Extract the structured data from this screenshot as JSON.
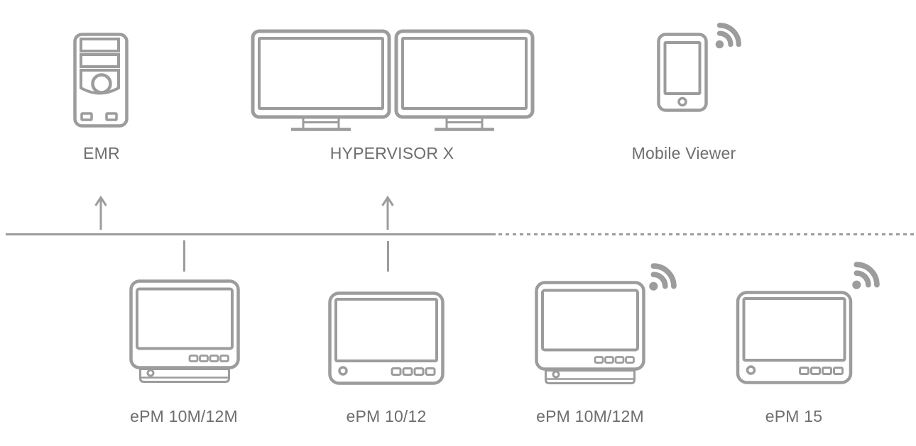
{
  "colors": {
    "icon": "#9c9c9c",
    "label": "#6e6e6e",
    "background": "#ffffff"
  },
  "top_row": [
    {
      "label": "EMR",
      "icon": "computer-tower-icon"
    },
    {
      "label": "HYPERVISOR X",
      "icon": "dual-desktop-monitors-icon"
    },
    {
      "label": "Mobile Viewer",
      "icon": "smartphone-icon",
      "wifi_icon": "wifi-signal-icon"
    }
  ],
  "bottom_row": [
    {
      "label": "ePM 10M/12M",
      "icon": "patient-monitor-docked-icon",
      "connection": "wired"
    },
    {
      "label": "ePM 10/12",
      "icon": "patient-monitor-icon",
      "connection": "wired"
    },
    {
      "label": "ePM 10M/12M",
      "icon": "patient-monitor-docked-icon",
      "wifi_icon": "wifi-signal-icon",
      "connection": "wireless"
    },
    {
      "label": "ePM 15",
      "icon": "patient-monitor-icon",
      "wifi_icon": "wifi-signal-icon",
      "connection": "wireless"
    }
  ],
  "network": {
    "solid_segment": "wired-network-bus",
    "dashed_segment": "wireless-network-bus",
    "up_arrows": [
      "to-emr",
      "to-hypervisor-x"
    ]
  }
}
